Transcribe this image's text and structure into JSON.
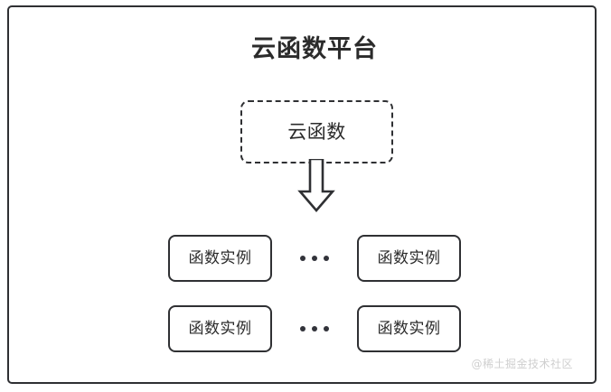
{
  "diagram": {
    "title": "云函数平台",
    "watermark": "@稀土掘金技术社区",
    "colors": {
      "stroke": "#2f3033",
      "text": "#2b2b2b",
      "background": "#ffffff",
      "watermark": "#cfcfcf",
      "dot": "#32333a"
    },
    "cloud_function": {
      "label": "云函数",
      "border_style": "dashed"
    },
    "arrow": {
      "name": "down-block-arrow",
      "direction": "down",
      "style": "hollow"
    },
    "rows": [
      {
        "row_id": "instance-row-1",
        "left_instance": "函数实例",
        "ellipsis": "...",
        "right_instance": "函数实例"
      },
      {
        "row_id": "instance-row-2",
        "left_instance": "函数实例",
        "ellipsis": "...",
        "right_instance": "函数实例"
      }
    ]
  }
}
